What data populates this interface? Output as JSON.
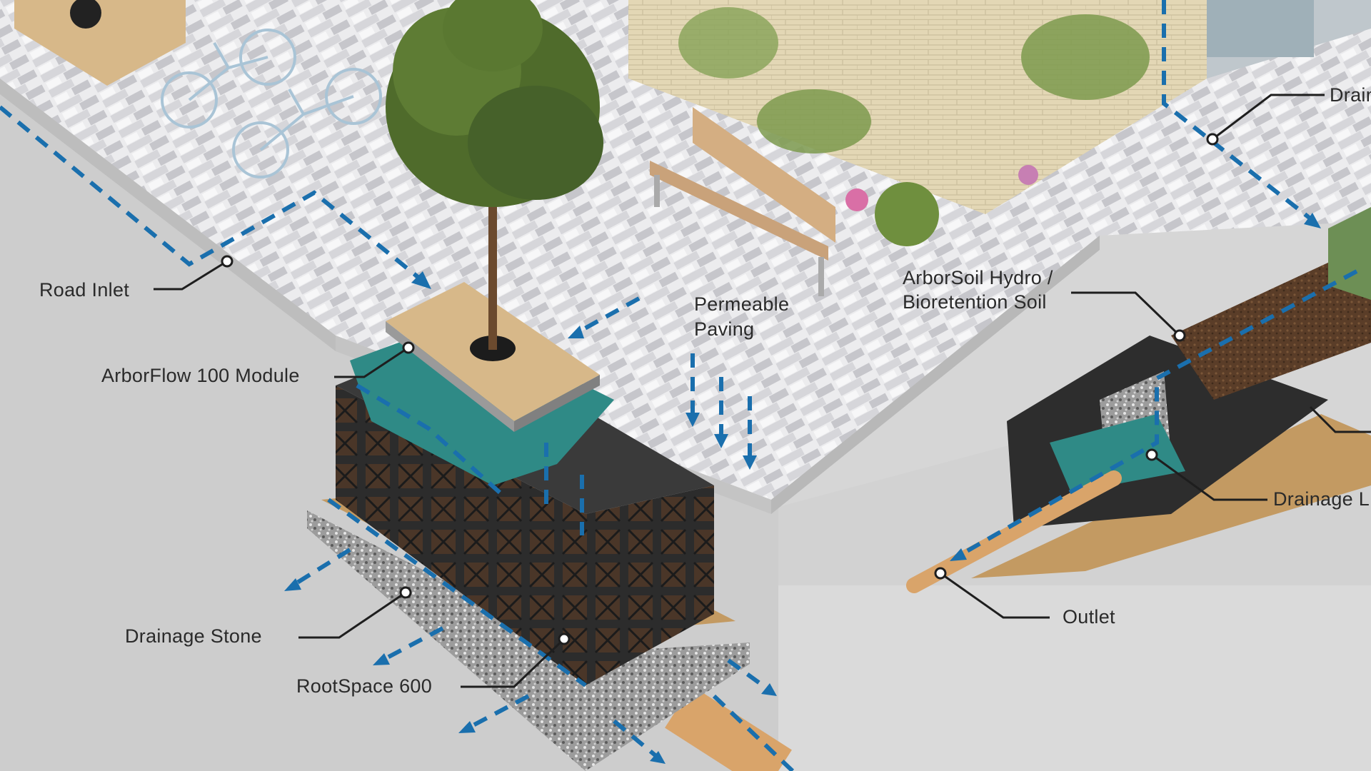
{
  "labels": {
    "drainage_top": "Drain",
    "road_inlet": "Road Inlet",
    "permeable_paving_line1": "Permeable",
    "permeable_paving_line2": "Paving",
    "arborsoil_line1": "ArborSoil Hydro /",
    "arborsoil_line2": "Bioretention Soil",
    "arborflow": "ArborFlow 100 Module",
    "drainage_layer": "Drainage L",
    "outlet": "Outlet",
    "drainage_stone": "Drainage Stone",
    "rootspace": "RootSpace 600"
  },
  "colors": {
    "flow_arrows": "#1a6fad",
    "pavement": "#e8e8ea",
    "soil_cut": "#cfcfcf",
    "modules": "#2b2b2b",
    "geotextile": "#2f8a86",
    "sand": "#c89a5a",
    "pipe": "#d9a46a",
    "tree_canopy": "#4f6b2b"
  },
  "icons": {
    "tree": "tree-icon",
    "bench": "bench-icon",
    "bicycles": "bicycle-icon",
    "building": "building-icon",
    "pipe": "pipe-icon"
  }
}
